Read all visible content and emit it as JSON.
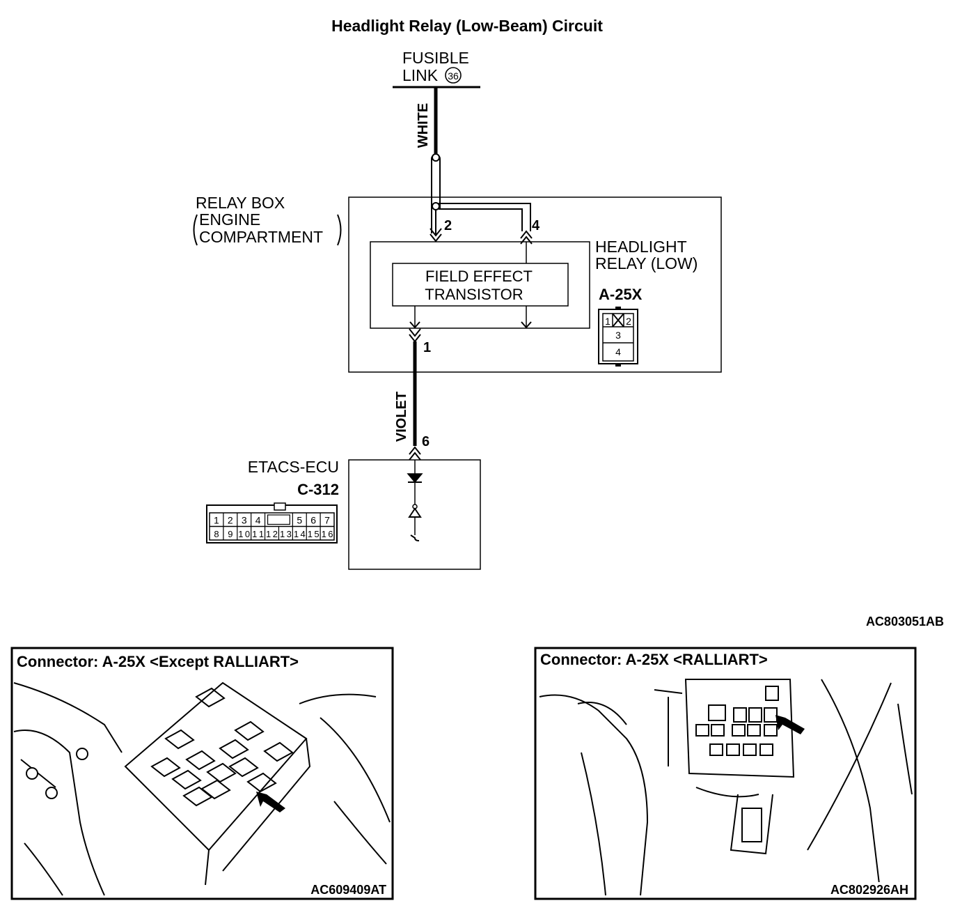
{
  "title": "Headlight Relay (Low-Beam) Circuit",
  "fusible_link": {
    "line1": "FUSIBLE",
    "line2": "LINK",
    "number": "36"
  },
  "wires": {
    "white": "WHITE",
    "violet": "VIOLET"
  },
  "relay_box": {
    "line1": "RELAY BOX",
    "line2": "ENGINE",
    "line3": "COMPARTMENT"
  },
  "relay": {
    "name_line1": "HEADLIGHT",
    "name_line2": "RELAY (LOW)",
    "connector": "A-25X",
    "fet_line1": "FIELD EFFECT",
    "fet_line2": "TRANSISTOR",
    "pins": {
      "p1": "1",
      "p2": "2",
      "p4": "4"
    },
    "connector_pins": {
      "a": "1",
      "b": "2",
      "c": "3",
      "d": "4"
    }
  },
  "ecu": {
    "name": "ETACS-ECU",
    "connector": "C-312",
    "pin": "6",
    "connector_pins_top": [
      "1",
      "2",
      "3",
      "4",
      "5",
      "6",
      "7"
    ],
    "connector_pins_bottom": [
      "8",
      "9",
      "10",
      "11",
      "12",
      "13",
      "14",
      "15",
      "16"
    ]
  },
  "diagram_code": "AC803051AB",
  "photos": [
    {
      "caption": "Connector: A-25X <Except RALLIART>",
      "code": "AC609409AT"
    },
    {
      "caption": "Connector: A-25X <RALLIART>",
      "code": "AC802926AH"
    }
  ]
}
